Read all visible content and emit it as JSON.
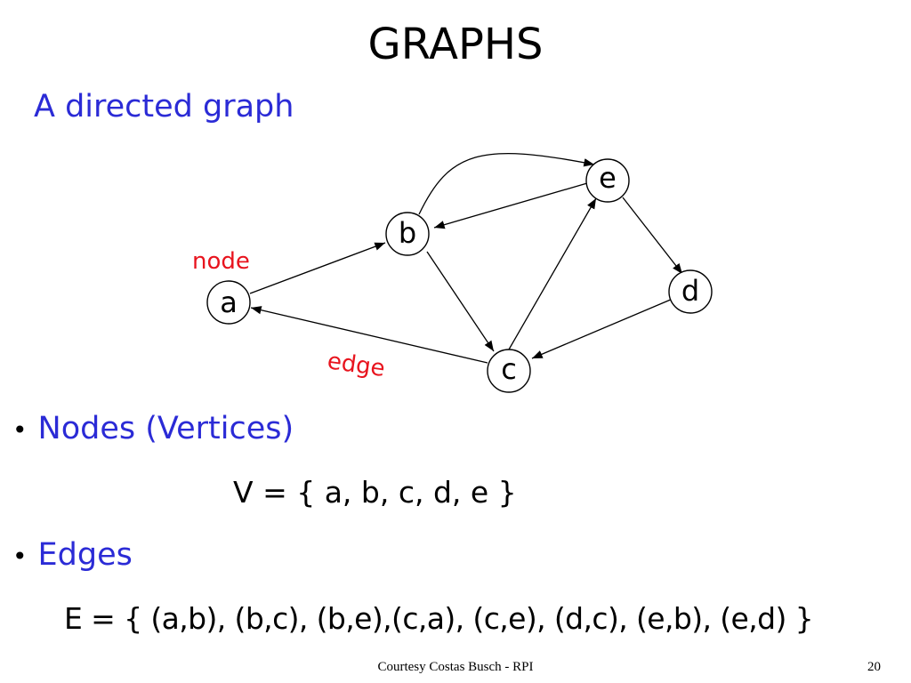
{
  "slide": {
    "title": "GRAPHS",
    "subtitle": "A directed graph",
    "bullets": [
      {
        "label": "Nodes (Vertices)",
        "formula": "V = { a, b, c, d, e }"
      },
      {
        "label": "Edges",
        "formula": "E = { (a,b), (b,c), (b,e),(c,a), (c,e), (d,c), (e,b), (e,d) }"
      }
    ],
    "footer": "Courtesy Costas Busch - RPI",
    "page_number": "20"
  },
  "graph": {
    "nodes": [
      "a",
      "b",
      "c",
      "d",
      "e"
    ],
    "edges": [
      [
        "a",
        "b"
      ],
      [
        "b",
        "c"
      ],
      [
        "b",
        "e"
      ],
      [
        "c",
        "a"
      ],
      [
        "c",
        "e"
      ],
      [
        "d",
        "c"
      ],
      [
        "e",
        "b"
      ],
      [
        "e",
        "d"
      ]
    ],
    "annotations": {
      "node": "node",
      "edge": "edge"
    }
  },
  "colors": {
    "subtitle": "#2b2bd6",
    "annotation": "#e8141e"
  }
}
